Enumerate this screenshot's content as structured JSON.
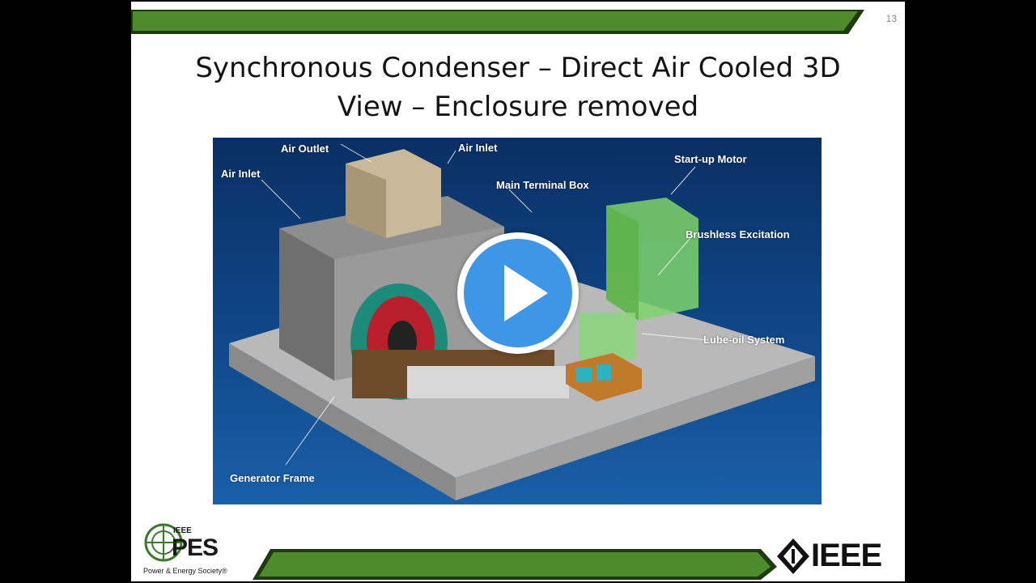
{
  "slide": {
    "number": "13",
    "title_line1": "Synchronous Condenser – Direct Air Cooled 3D",
    "title_line2": "View – Enclosure removed"
  },
  "figure": {
    "labels": {
      "air_outlet": "Air Outlet",
      "air_inlet_center": "Air Inlet",
      "air_inlet_left": "Air Inlet",
      "main_terminal_box": "Main Terminal Box",
      "startup_motor": "Start-up Motor",
      "brushless_excitation": "Brushless Excitation",
      "lube_oil_system": "Lube-oil System",
      "generator_frame": "Generator Frame"
    }
  },
  "logos": {
    "pes_ieee": "IEEE",
    "pes_main": "PES",
    "pes_sub": "Power & Energy Society®",
    "ieee": "IEEE"
  },
  "video": {
    "play_icon": "play-icon",
    "accent": "#3f95e6"
  },
  "colors": {
    "band_green": "#4f8a2b",
    "figure_bg": "#0f4586"
  }
}
